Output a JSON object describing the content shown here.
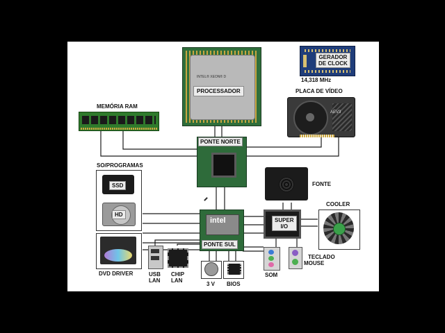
{
  "labels": {
    "processador": "PROCESSADOR",
    "cpu_brand": "INTEL® XEON® D",
    "gerador_line1": "GERADOR",
    "gerador_line2": "DE CLOCK",
    "clock_freq": "14,318 MHz",
    "placa_video": "PLACA DE VÍDEO",
    "gpu_brand": "AEV3",
    "memoria_ram": "MEMÓRIA RAM",
    "ponte_norte": "PONTE NORTE",
    "so_programas": "SO/PROGRAMAS",
    "ssd": "SSD",
    "hd": "HD",
    "fonte": "FONTE",
    "cooler": "COOLER",
    "intel": "intel",
    "ponte_sul": "PONTE SUL",
    "super_io_line1": "SUPER",
    "super_io_line2": "I/O",
    "dvd_driver": "DVD DRIVER",
    "usb_line1": "USB",
    "usb_line2": "LAN",
    "chip_line1": "CHIP",
    "chip_line2": "LAN",
    "bateria": "3 V",
    "bios": "BIOS",
    "som": "SOM",
    "teclado_line1": "TECLADO",
    "teclado_line2": "MOUSE"
  },
  "colors": {
    "background": "#000000",
    "canvas": "#ffffff",
    "wire": "#1a1a1a",
    "board_green": "#2e6b3a",
    "ram_green": "#2f7a2c",
    "clock_panel": "#1f3d7a"
  }
}
